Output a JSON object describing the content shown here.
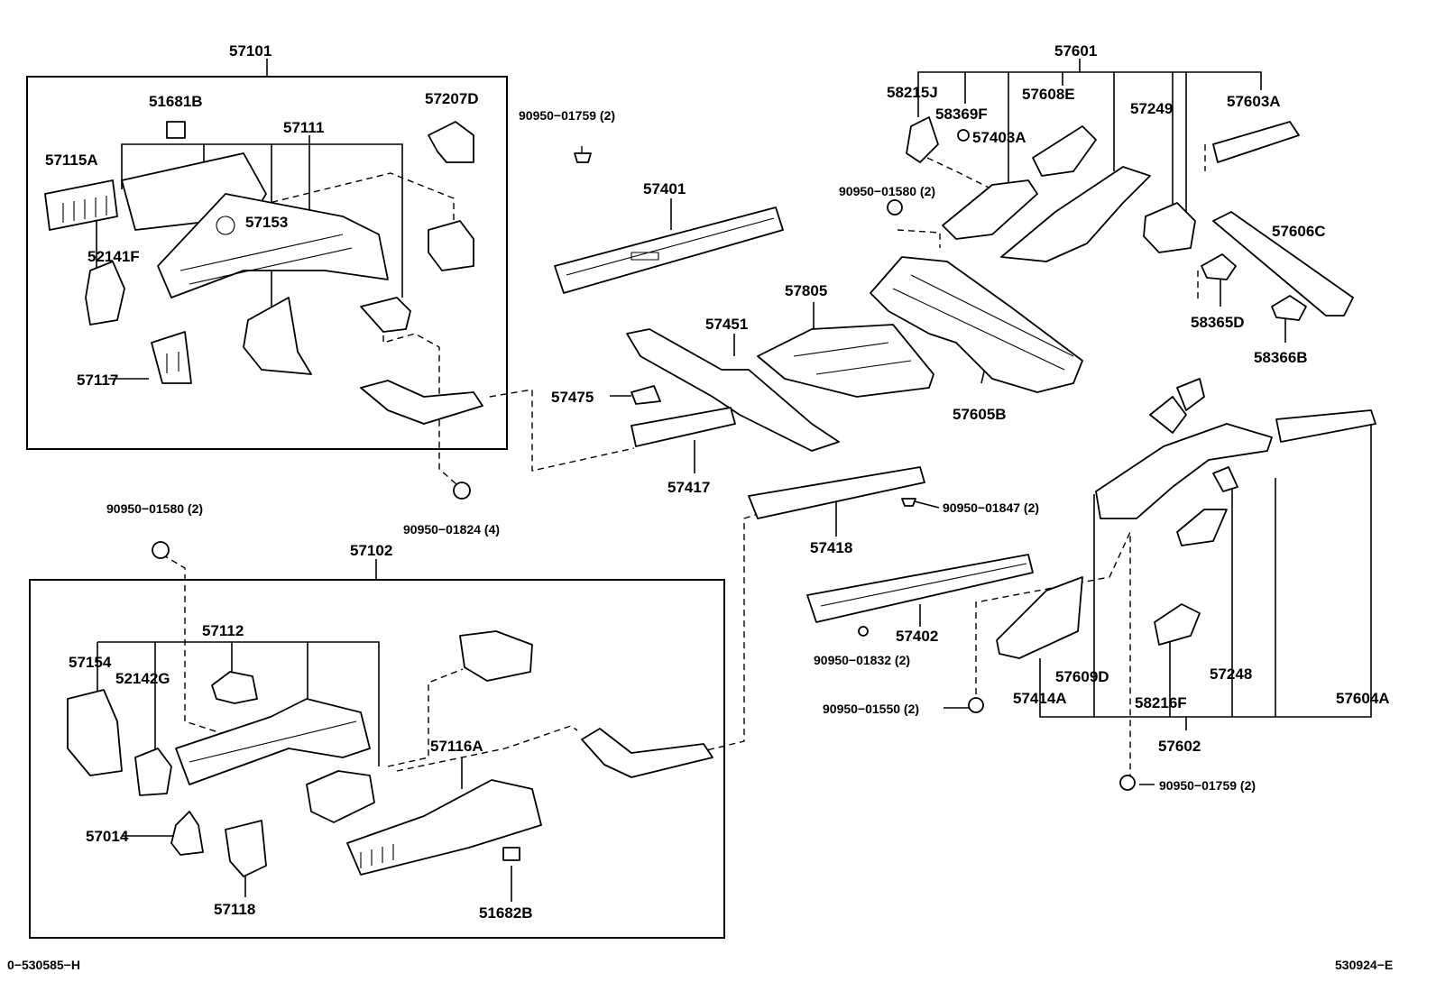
{
  "labels": {
    "p57101": "57101",
    "p51681b": "51681B",
    "p57207d": "57207D",
    "p57111": "57111",
    "p57115a": "57115A",
    "p57153": "57153",
    "p52141f": "52141F",
    "p57117": "57117",
    "p90950_01759_top": "90950−01759 (2)",
    "p57401": "57401",
    "p57451": "57451",
    "p57805": "57805",
    "p57475": "57475",
    "p57417": "57417",
    "p90950_01824": "90950−01824 (4)",
    "p57601": "57601",
    "p58215j": "58215J",
    "p58369f": "58369F",
    "p57608e": "57608E",
    "p57249": "57249",
    "p57603a": "57603A",
    "p57403a": "57403A",
    "p90950_01580_right": "90950−01580 (2)",
    "p57606c": "57606C",
    "p58365d": "58365D",
    "p58366b": "58366B",
    "p57605b": "57605B",
    "p90950_01580_left": "90950−01580 (2)",
    "p57102": "57102",
    "p57112": "57112",
    "p57154": "57154",
    "p52142g": "52142G",
    "p57116a": "57116A",
    "p57014": "57014",
    "p57118": "57118",
    "p51682b": "51682B",
    "p57418": "57418",
    "p90950_01847": "90950−01847 (2)",
    "p57402": "57402",
    "p90950_01832": "90950−01832 (2)",
    "p90950_01550": "90950−01550 (2)",
    "p57414a": "57414A",
    "p57609d": "57609D",
    "p58216f": "58216F",
    "p57248": "57248",
    "p57604a": "57604A",
    "p57602": "57602",
    "p90950_01759_bottom": "90950−01759 (2)"
  },
  "footer": {
    "left_code": "0−530585−H",
    "right_code": "530924−E"
  }
}
